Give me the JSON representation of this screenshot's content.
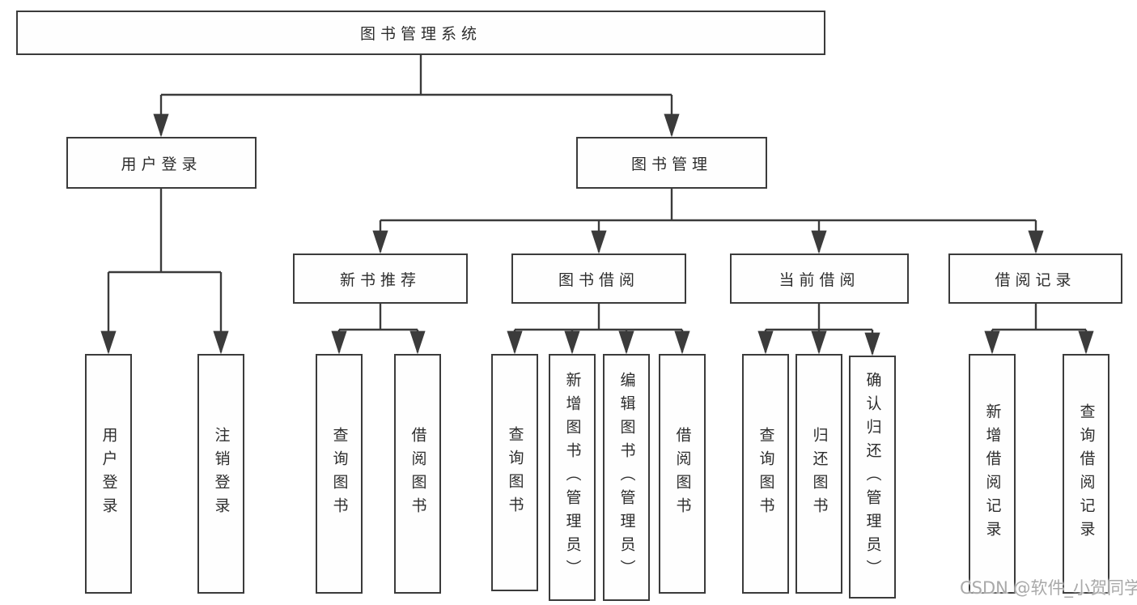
{
  "hierarchy": {
    "root": "图书管理系统",
    "children": [
      {
        "label": "用户登录",
        "children": [
          "用户登录",
          "注销登录"
        ]
      },
      {
        "label": "图书管理",
        "children": [
          {
            "label": "新书推荐",
            "children": [
              "查询图书",
              "借阅图书"
            ]
          },
          {
            "label": "图书借阅",
            "children": [
              "查询图书",
              "新增图书（管理员）",
              "编辑图书（管理员）",
              "借阅图书"
            ]
          },
          {
            "label": "当前借阅",
            "children": [
              "查询图书",
              "归还图书",
              "确认归还（管理员）"
            ]
          },
          {
            "label": "借阅记录",
            "children": [
              "新增借阅记录",
              "查询借阅记录"
            ]
          }
        ]
      }
    ]
  },
  "watermark": "CSDN @软件_小贺同学",
  "colors": {
    "line": "#3b3b3b",
    "text": "#2d2d2d",
    "background": "#ffffff",
    "watermark": "#a9a9a9"
  }
}
